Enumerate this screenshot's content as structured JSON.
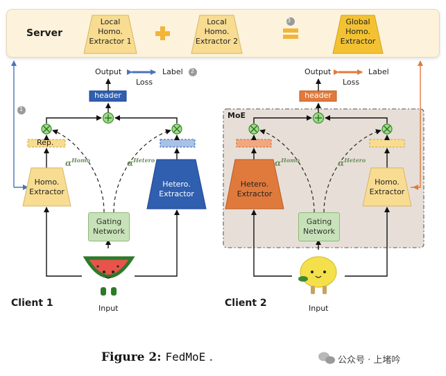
{
  "server": {
    "label": "Server",
    "local_extractor_1": [
      "Local",
      "Homo.",
      "Extractor 1"
    ],
    "local_extractor_2": [
      "Local",
      "Homo.",
      "Extractor 2"
    ],
    "global_extractor": [
      "Global",
      "Homo.",
      "Extractor"
    ],
    "step_3": "3",
    "plus_symbol": "+",
    "equals_symbol": "="
  },
  "client1": {
    "label": "Client 1",
    "output": "Output",
    "label_text": "Label",
    "loss": "Loss",
    "header": "header",
    "rep": "Rep.",
    "homo_extractor": [
      "Homo.",
      "Extractor"
    ],
    "hetero_extractor": [
      "Hetero.",
      "Extractor"
    ],
    "gating": [
      "Gating",
      "Network"
    ],
    "input": "Input",
    "alpha_homo": "α",
    "alpha_homo_sup": "Homo",
    "alpha_hetero": "α",
    "alpha_hetero_sup": "Hetero",
    "step_1": "1",
    "step_2": "2"
  },
  "client2": {
    "label": "Client 2",
    "output": "Output",
    "label_text": "Label",
    "loss": "Loss",
    "header": "header",
    "moe": "MoE",
    "hetero_extractor": [
      "Hetero.",
      "Extractor"
    ],
    "homo_extractor": [
      "Homo.",
      "Extractor"
    ],
    "gating": [
      "Gating",
      "Network"
    ],
    "input": "Input",
    "alpha_homo": "α",
    "alpha_homo_sup": "Homo",
    "alpha_hetero": "α",
    "alpha_hetero_sup": "Hetero"
  },
  "caption": {
    "prefix": "Figure 2: ",
    "name": "FedMoE",
    "suffix": " ."
  },
  "watermark": "公众号 · 上堵吟",
  "colors": {
    "blue_dark": "#2f5fae",
    "orange_dark": "#d9702c",
    "trap_yellow": "#f7dc92",
    "plus_orange": "#f2b53a"
  }
}
